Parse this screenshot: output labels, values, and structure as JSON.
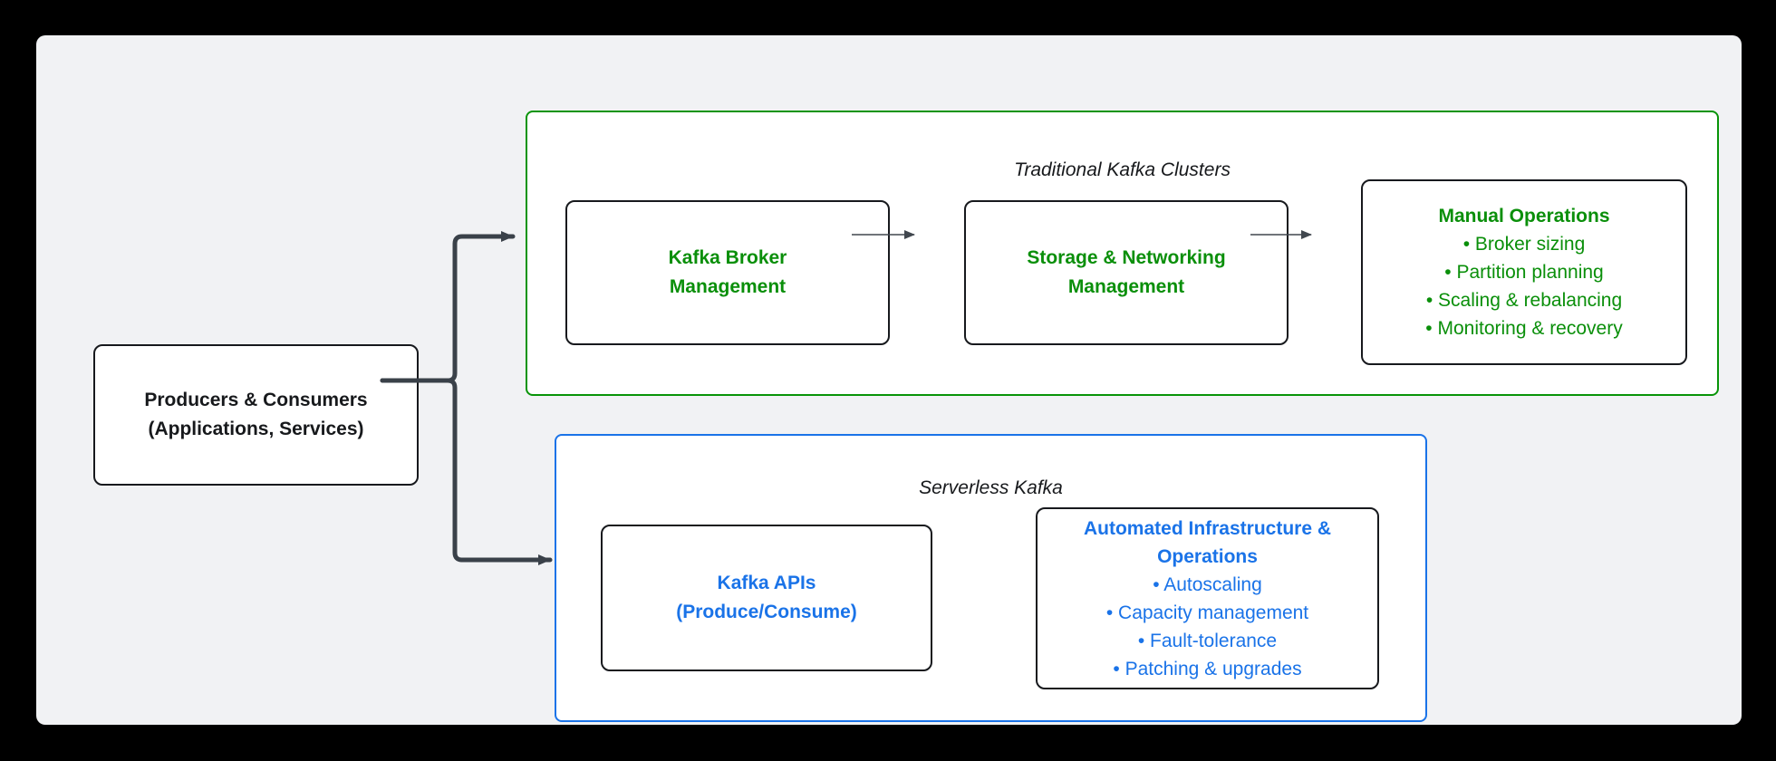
{
  "diagram": {
    "producers": {
      "line1": "Producers & Consumers",
      "line2": "(Applications, Services)"
    },
    "traditional": {
      "title": "Traditional Kafka Clusters",
      "broker_box": {
        "line1": "Kafka Broker",
        "line2": "Management"
      },
      "storage_box": {
        "line1": "Storage & Networking",
        "line2": "Management"
      },
      "manual_ops": {
        "title": "Manual Operations",
        "items": [
          "• Broker sizing",
          "• Partition planning",
          "• Scaling & rebalancing",
          "• Monitoring & recovery"
        ]
      }
    },
    "serverless": {
      "title": "Serverless Kafka",
      "apis_box": {
        "line1": "Kafka APIs",
        "line2": "(Produce/Consume)"
      },
      "automated": {
        "title": "Automated Infrastructure & Operations",
        "items": [
          "• Autoscaling",
          "• Capacity management",
          "• Fault-tolerance",
          "• Patching & upgrades"
        ]
      }
    },
    "colors": {
      "green_accent": "#089408",
      "blue_accent": "#1a73e8",
      "connector_dark": "#3a4149",
      "canvas_background": "#f1f2f4"
    }
  }
}
